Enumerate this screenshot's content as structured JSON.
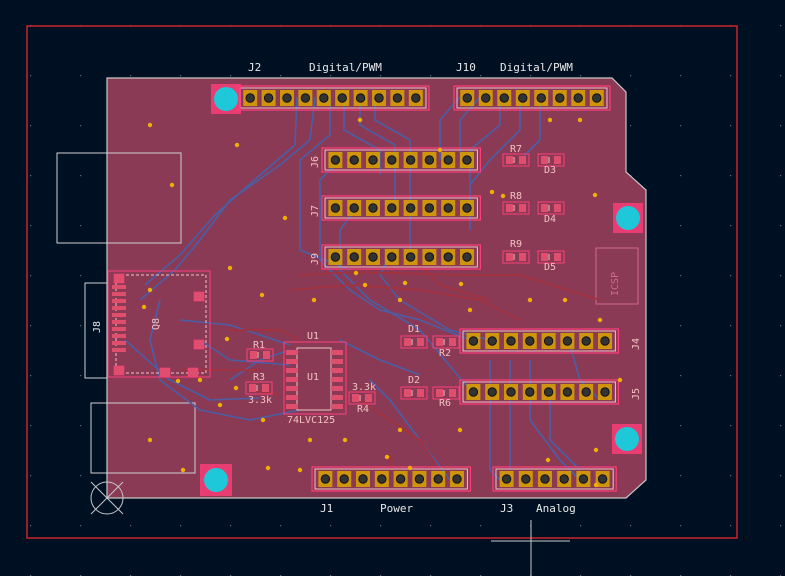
{
  "app": {
    "name": "PCB Editor",
    "view": "board-canvas"
  },
  "colors": {
    "background": "#001023",
    "board_fill": "#8a3a55",
    "board_edge": "#c8c8c8",
    "frame": "#c8242c",
    "trace_back": "#4a5fa6",
    "trace_front": "#a3323e",
    "pad": "#d9a600",
    "courtyard": "#ff3d7a",
    "mounting_hole": "#1fc8d8",
    "silkscreen": "#f2c2c2",
    "via": "#f0b000"
  },
  "labels": {
    "j2": "J2",
    "digital_pwm_1": "Digital/PWM",
    "j10": "J10",
    "digital_pwm_2": "Digital/PWM",
    "j1": "J1",
    "power": "Power",
    "j3": "J3",
    "analog": "Analog",
    "j4": "J4",
    "j5": "J5",
    "j6": "J6",
    "j7": "J7",
    "j8": "J8",
    "j9": "J9",
    "u1_top": "U1",
    "u1_mid": "U1",
    "part_74lvc125": "74LVC125",
    "r1": "R1",
    "r2": "R2",
    "r3": "R3",
    "r3_value": "3.3k",
    "r4": "R4",
    "r4_value": "3.3k",
    "r6": "R6",
    "r7": "R7",
    "r8": "R8",
    "r9": "R9",
    "d1": "D1",
    "d2": "D2",
    "d3": "D3",
    "d4": "D4",
    "d5": "D5",
    "icsp": "ICSP",
    "q8": "Q8"
  }
}
